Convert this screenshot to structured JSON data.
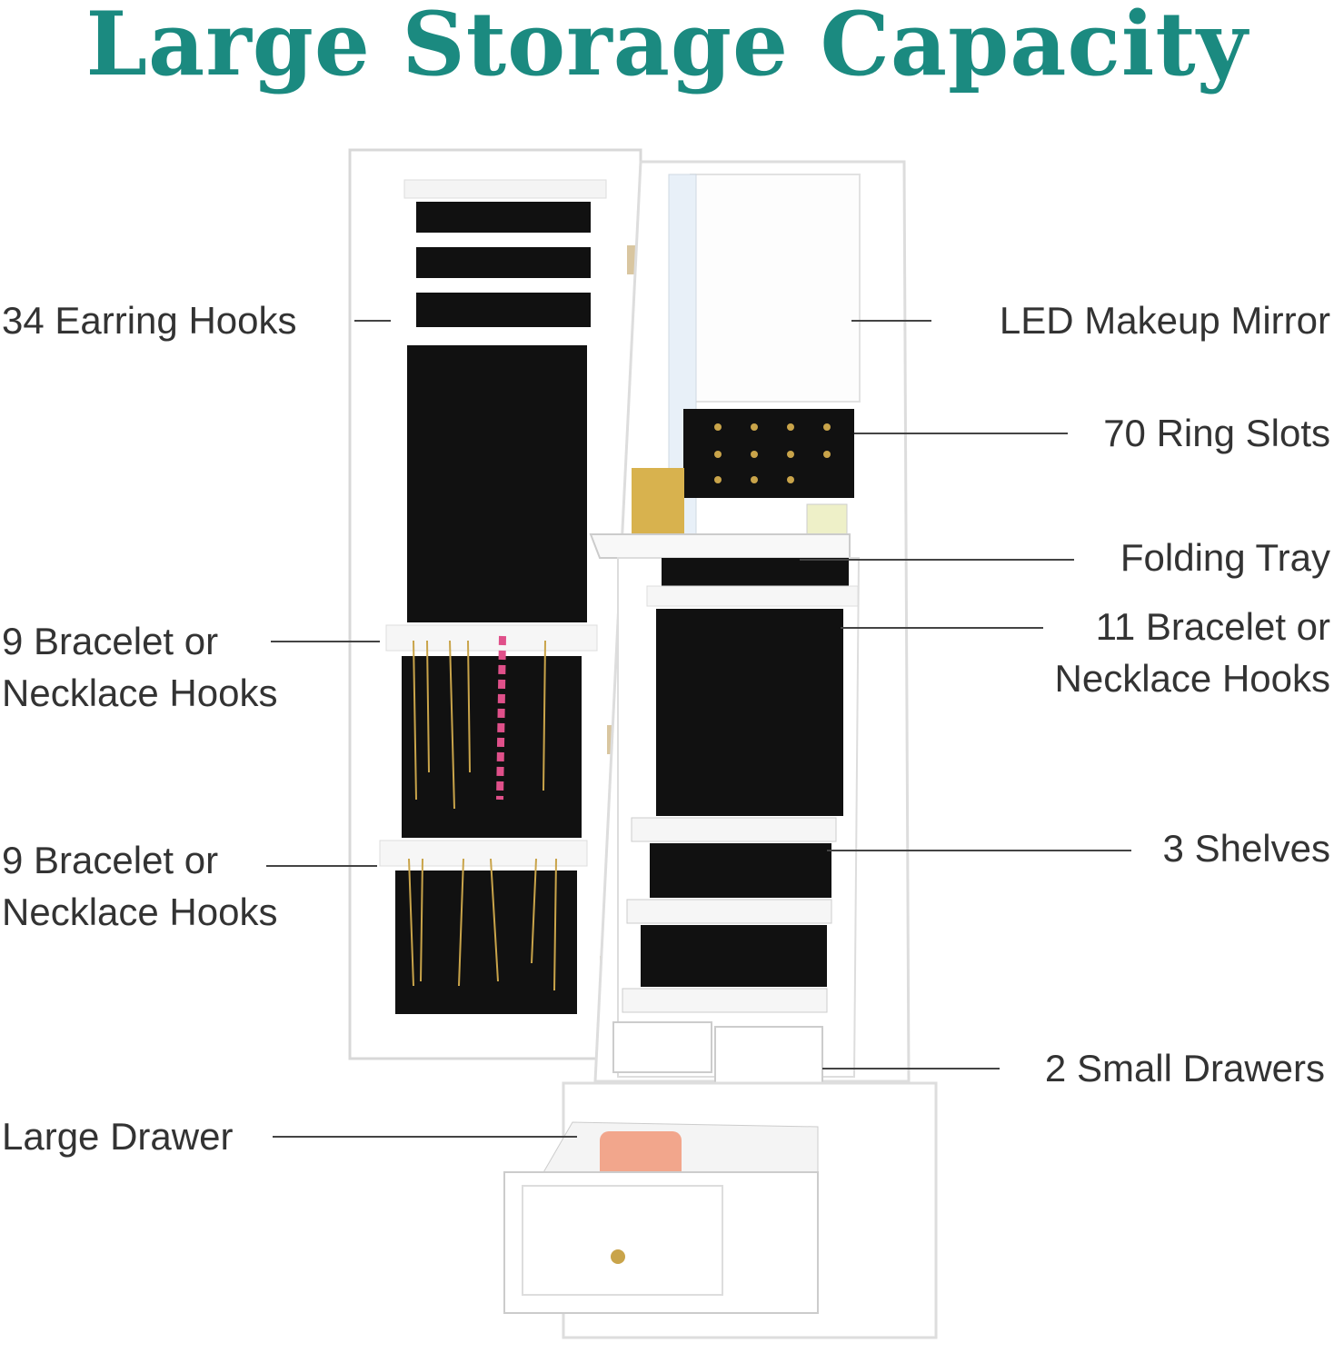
{
  "title": "Large Storage Capacity",
  "callouts": {
    "earring_hooks": "34 Earring Hooks",
    "left_hooks_upper": [
      "9 Bracelet or",
      "Necklace Hooks"
    ],
    "left_hooks_lower": [
      "9 Bracelet or",
      "Necklace Hooks"
    ],
    "large_drawer": "Large Drawer",
    "led_mirror": "LED Makeup Mirror",
    "ring_slots": "70 Ring Slots",
    "folding_tray": "Folding Tray",
    "right_hooks": [
      "11 Bracelet or",
      "Necklace Hooks"
    ],
    "shelves": "3 Shelves",
    "small_drawers": "2 Small Drawers"
  },
  "colors": {
    "title": "#1b8a80",
    "text": "#333333",
    "cabinet": "#ffffff",
    "lining": "#0d0d0d"
  }
}
